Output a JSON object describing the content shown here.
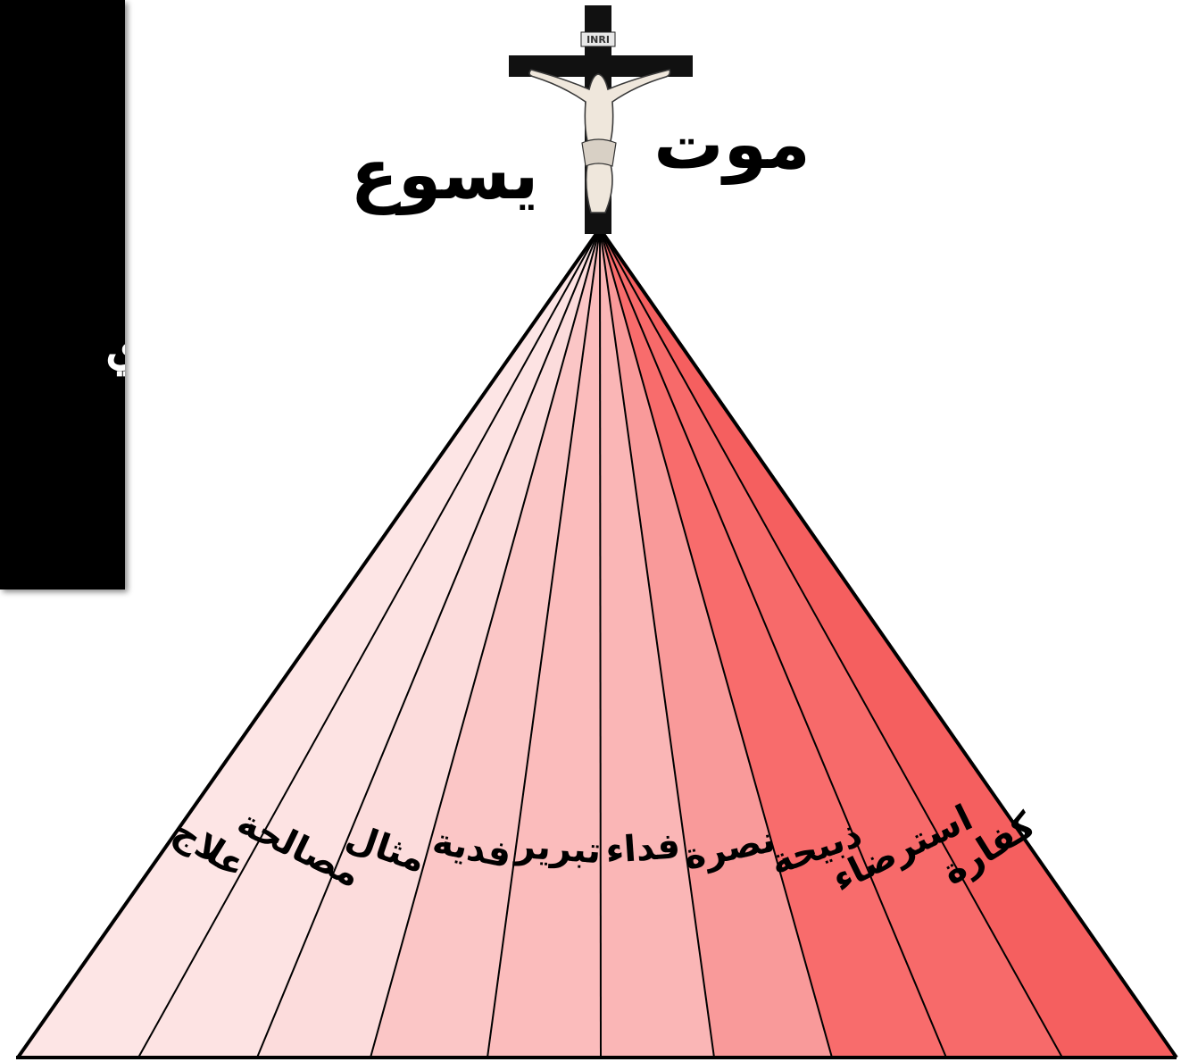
{
  "title": {
    "left_word": "يسوع",
    "right_word": "موت"
  },
  "side_panel": {
    "text": "ي"
  },
  "cross": {
    "inscription": "INRI"
  },
  "rays": [
    {
      "label": "علاج",
      "color": "#fde5e5"
    },
    {
      "label": "مصالحة",
      "color": "#fde3e3"
    },
    {
      "label": "مثال",
      "color": "#fcdcdc"
    },
    {
      "label": "فدية",
      "color": "#fbc6c6"
    },
    {
      "label": "تبرير",
      "color": "#fbbcbc"
    },
    {
      "label": "فداء",
      "color": "#fab6b6"
    },
    {
      "label": "نصرة",
      "color": "#f99a9a"
    },
    {
      "label": "ذبيحة",
      "color": "#f86c6c"
    },
    {
      "label": "استرضاء",
      "color": "#f76a6a"
    },
    {
      "label": "كفارة",
      "color": "#f55f5f"
    },
    {
      "label": "",
      "color": "#f45858"
    }
  ]
}
